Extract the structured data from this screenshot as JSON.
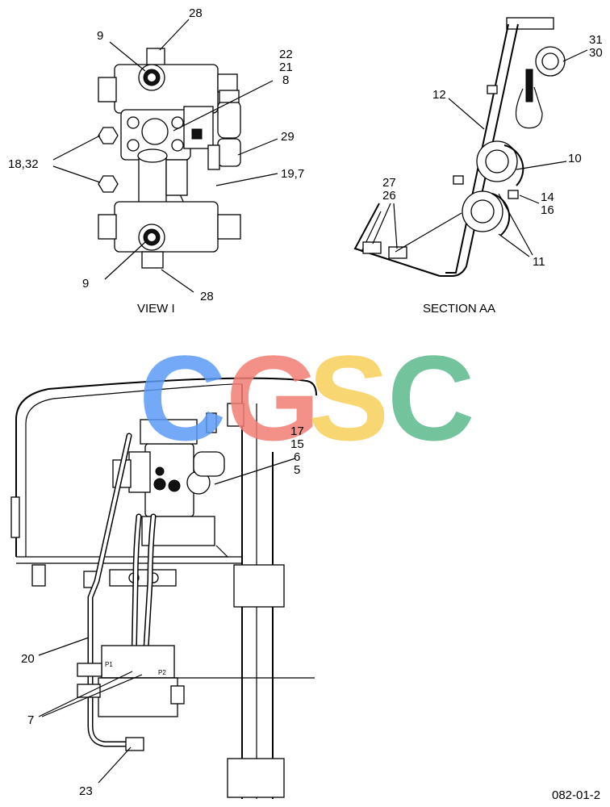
{
  "views": {
    "view_i": "VIEW I",
    "section_aa": "SECTION AA"
  },
  "callouts": {
    "view_i": [
      "28",
      "9",
      "22",
      "21",
      "8",
      "29",
      "18,32",
      "19,7",
      "9",
      "28"
    ],
    "section_aa": [
      "31",
      "30",
      "12",
      "10",
      "27",
      "26",
      "14",
      "16",
      "11"
    ],
    "main": [
      "17",
      "15",
      "6",
      "5",
      "20",
      "7",
      "23"
    ]
  },
  "port_labels": [
    "P1",
    "P2"
  ],
  "watermark": {
    "letters": [
      "C",
      "G",
      "S",
      "C"
    ],
    "colors": [
      "#5b9bf5",
      "#f27d74",
      "#f7cf5a",
      "#5bb98c"
    ]
  },
  "drawing_number": "082-01-2"
}
